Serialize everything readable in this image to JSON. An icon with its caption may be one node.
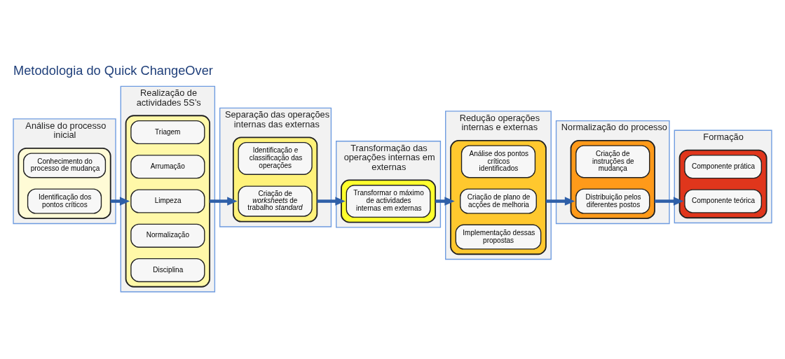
{
  "diagram": {
    "title": "Metodologia do Quick ChangeOver",
    "nodes": [
      {
        "text": [
          "Análise do processo inicial"
        ]
      },
      {
        "text": [],
        "shape": "box",
        "in": 0
      },
      {
        "text": [
          "Conhecimento do processo de mudança"
        ],
        "in": 1
      },
      {
        "text": [
          "Identificação dos pontos críticos"
        ],
        "in": 1
      },
      {
        "text": [
          "Realização de actividades 5S’s"
        ]
      },
      {
        "text": [],
        "shape": "box",
        "in": 4
      },
      {
        "text": [
          "Triagem"
        ],
        "in": 5
      },
      {
        "text": [
          "Arrumação"
        ],
        "in": 5
      },
      {
        "text": [
          "Limpeza"
        ],
        "in": 5
      },
      {
        "text": [
          "Normalização"
        ],
        "in": 5
      },
      {
        "text": [
          "Disciplina"
        ],
        "in": 5
      },
      {
        "text": [
          "Separação das operações internas das externas"
        ]
      },
      {
        "text": [],
        "shape": "box",
        "in": 11
      },
      {
        "text": [
          "Identificação e classificação das operações"
        ],
        "in": 12
      },
      {
        "text": [
          "Criação de *worksheets* de trabalho *standard*"
        ],
        "in": 12
      },
      {
        "text": [
          "Transformação das operações internas em externas"
        ]
      },
      {
        "text": [],
        "shape": "box",
        "in": 15
      },
      {
        "text": [
          "Transformar o máximo de actividades internas em externas"
        ],
        "in": 16
      },
      {
        "text": [
          "Redução operações internas e externas"
        ]
      },
      {
        "text": [],
        "shape": "box",
        "in": 18
      },
      {
        "text": [
          "Análise dos pontos críticos identificados"
        ],
        "in": 19
      },
      {
        "text": [
          "Criação de plano de acções de melhoria"
        ],
        "in": 19
      },
      {
        "text": [
          "Implementação dessas propostas"
        ],
        "in": 19
      },
      {
        "text": [
          "Normalização do processo"
        ]
      },
      {
        "text": [],
        "shape": "box",
        "in": 23
      },
      {
        "text": [
          "Criação de instruções de mudança"
        ],
        "in": 24
      },
      {
        "text": [
          "Distribuição pelos diferentes postos"
        ],
        "in": 24
      },
      {
        "text": [
          "Formação"
        ]
      },
      {
        "text": [],
        "shape": "box",
        "in": 27
      },
      {
        "text": [
          "Componente prática"
        ],
        "in": 28
      },
      {
        "text": [
          "Componente teórica"
        ],
        "in": 28
      }
    ],
    "edges": [
      {
        "from": 1,
        "to": 5,
        "arrow": "to"
      },
      {
        "from": 5,
        "to": 12,
        "arrow": "to"
      },
      {
        "from": 12,
        "to": 16,
        "arrow": "to"
      },
      {
        "from": 16,
        "to": 19,
        "arrow": "to"
      },
      {
        "from": 19,
        "to": 24,
        "arrow": "to"
      },
      {
        "from": 24,
        "to": 28,
        "arrow": "to"
      }
    ]
  }
}
